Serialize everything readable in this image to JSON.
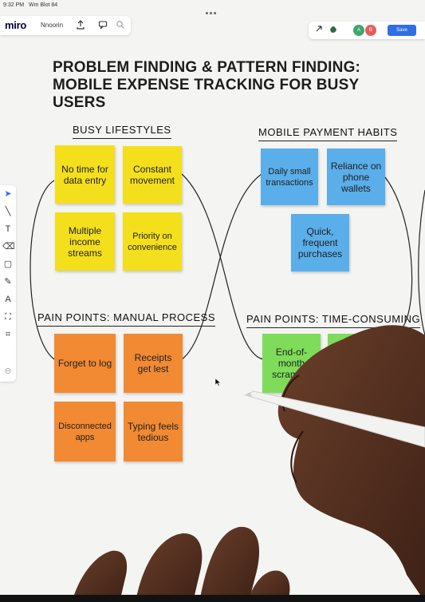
{
  "status_bar": {
    "time": "9:32 PM",
    "carrier": "Wm Blot 84"
  },
  "toolbar": {
    "logo": "miro",
    "board_name": "Nnoorin",
    "upload_icon": "upload-icon",
    "comment_icon": "comment-icon",
    "search_icon": "search-icon"
  },
  "toolbar_right": {
    "cursor_icon": "cursor-arrow-icon",
    "reactions_icon": "reactions-icon",
    "avatars": [
      {
        "initial": "A",
        "color": "#3aa86b"
      },
      {
        "initial": "B",
        "color": "#e85b5b"
      }
    ],
    "share_label": "Save",
    "accent": "#2f6fe4"
  },
  "tools": [
    {
      "name": "select-tool",
      "glyph": "➤"
    },
    {
      "name": "pen-tool",
      "glyph": "╲"
    },
    {
      "name": "text-tool",
      "glyph": "T"
    },
    {
      "name": "eraser-tool",
      "glyph": "⌫"
    },
    {
      "name": "shape-tool",
      "glyph": "▢"
    },
    {
      "name": "marker-tool",
      "glyph": "✎"
    },
    {
      "name": "font-tool",
      "glyph": "A"
    },
    {
      "name": "frame-tool",
      "glyph": "⛶"
    },
    {
      "name": "crop-tool",
      "glyph": "⌗"
    },
    {
      "name": "more-tool",
      "glyph": "⊖"
    }
  ],
  "board": {
    "title_line1": "PROBLEM FINDING & PATTERN FINDING:",
    "title_line2": "MOBILE EXPENSE TRACKING FOR BUSY USERS",
    "sections": {
      "busy": {
        "title": "BUSY LIFESTYLES",
        "notes": [
          "No time for data entry",
          "Constant movement",
          "Multiple income streams",
          "Priority on convenience"
        ]
      },
      "mobile": {
        "title": "MOBILE PAYMENT HABITS",
        "notes": [
          "Daily small transactions",
          "Reliance on phone wallets",
          "Quick, frequent purchases"
        ]
      },
      "manual": {
        "title": "PAIN POINTS: MANUAL PROCESS",
        "notes": [
          "Forget to log",
          "Receipts get lest",
          "Disconnected apps",
          "Typing feels tedious"
        ]
      },
      "time": {
        "title": "PAIN POINTS: TIME-CONSUMING",
        "notes": [
          "End-of-month scramble"
        ]
      }
    },
    "colors": {
      "yellow": "#f4df1c",
      "blue": "#5aaee9",
      "orange": "#f18a33",
      "green": "#7fdc5a"
    }
  }
}
